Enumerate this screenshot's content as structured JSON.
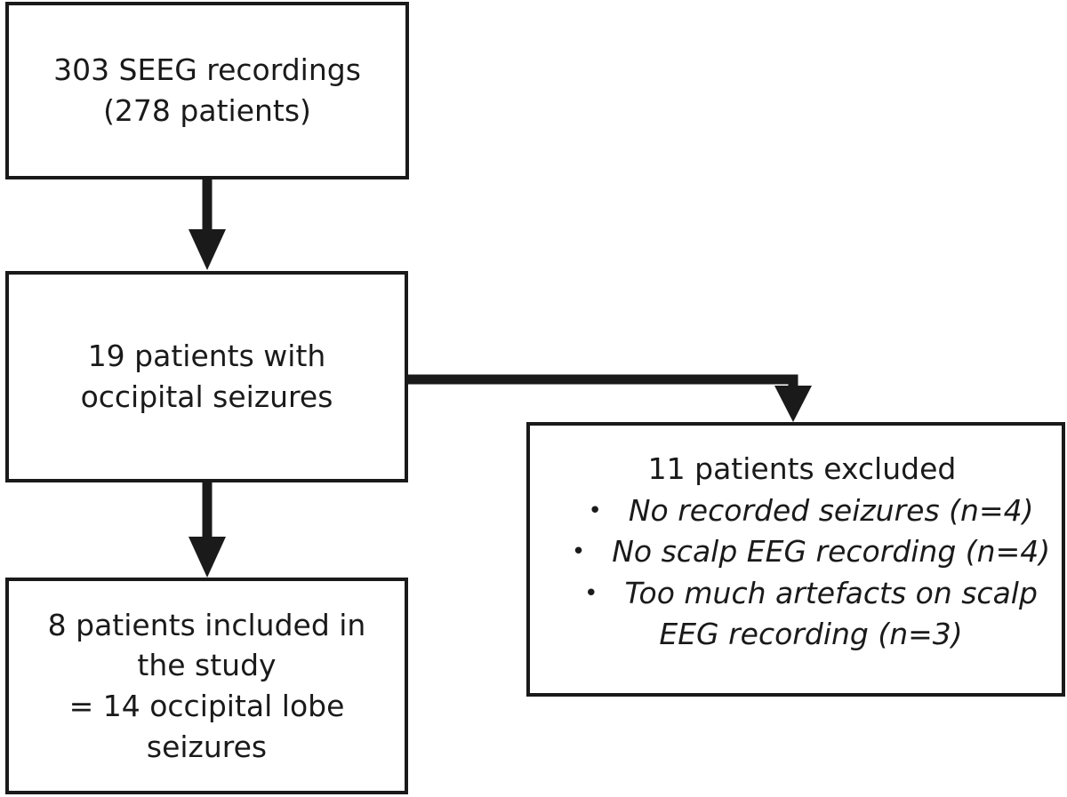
{
  "boxes": {
    "recordings": {
      "line1": "303 SEEG recordings",
      "line2": "(278 patients)"
    },
    "occipital": {
      "line1": "19 patients with",
      "line2": "occipital seizures"
    },
    "included": {
      "line1": "8 patients included in",
      "line2": "the study",
      "line3": "= 14 occipital lobe",
      "line4": "seizures"
    },
    "excluded": {
      "title": "11 patients excluded",
      "reasons": [
        {
          "text": "No recorded seizures (n=4)"
        },
        {
          "text": "No scalp EEG recording (n=4)"
        },
        {
          "text": "Too much artefacts on scalp",
          "cont": "EEG recording (n=3)"
        }
      ]
    }
  },
  "colors": {
    "stroke": "#1a1a1a",
    "background": "#ffffff"
  }
}
